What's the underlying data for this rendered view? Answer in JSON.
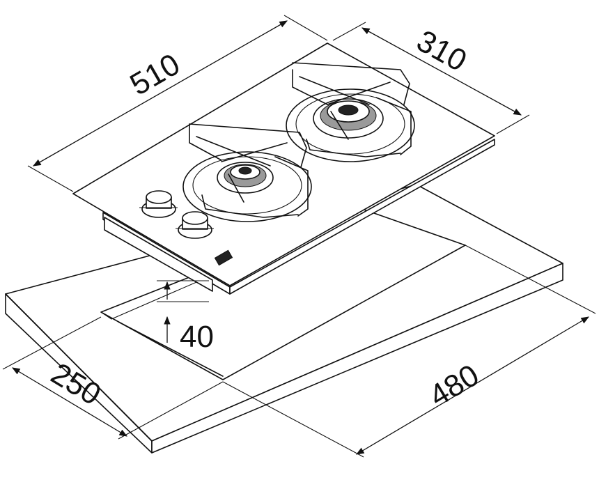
{
  "dimensions": {
    "width_total": "510",
    "depth_total": "310",
    "cutout_depth": "250",
    "cutout_width": "480",
    "built_in_height": "40"
  }
}
